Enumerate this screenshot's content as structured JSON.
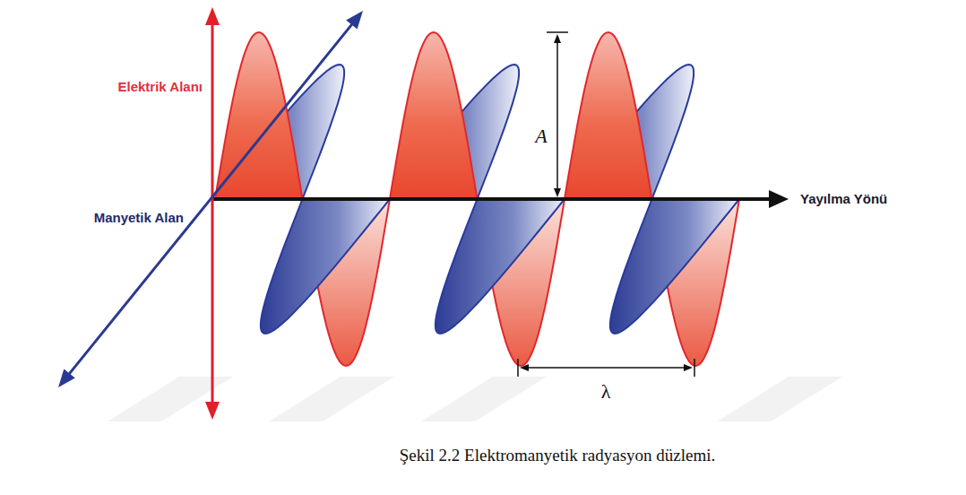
{
  "diagram": {
    "caption": "Şekil 2.2 Elektromanyetik radyasyon düzlemi.",
    "labels": [
      "Elektrik Alanı",
      "Manyetik Alan",
      "Yayılma Yönü",
      "A",
      "λ"
    ]
  }
}
